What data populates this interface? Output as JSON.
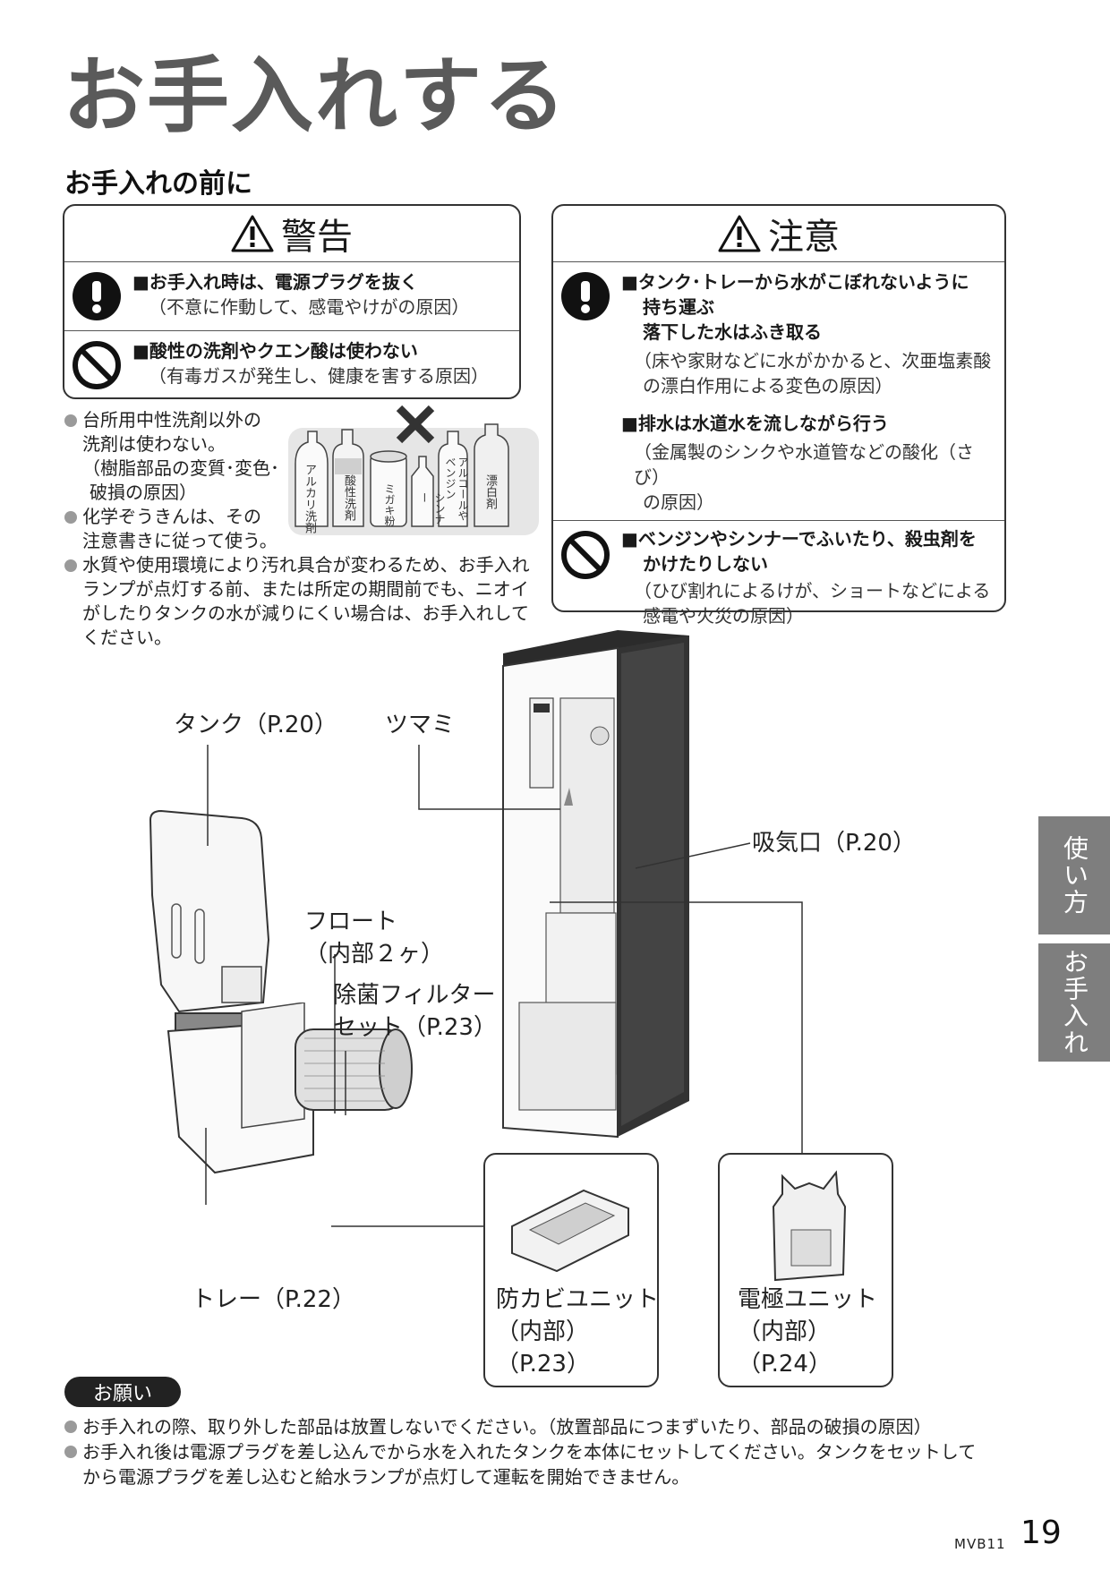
{
  "page": {
    "title": "お手入れする",
    "section_heading": "お手入れの前に"
  },
  "warning": {
    "title": "警告",
    "items": [
      {
        "title": "■お手入れ時は、電源プラグを抜く",
        "body": "（不意に作動して、感電やけがの原因）"
      },
      {
        "title": "■酸性の洗剤やクエン酸は使わない",
        "body": "（有毒ガスが発生し、健康を害する原因）"
      }
    ]
  },
  "caution": {
    "title": "注意",
    "items": [
      {
        "title_lines": [
          "■タンク･トレーから水がこぼれないように",
          "持ち運ぶ",
          "落下した水はふき取る"
        ],
        "body_lines": [
          "（床や家財などに水がかかると、次亜塩素酸",
          "の漂白作用による変色の原因）"
        ]
      },
      {
        "title_lines": [
          "■排水は水道水を流しながら行う"
        ],
        "body_lines": [
          "（金属製のシンクや水道管などの酸化（さび）",
          "の原因）"
        ]
      },
      {
        "title_lines": [
          "■ベンジンやシンナーでふいたり、殺虫剤を",
          "かけたりしない"
        ],
        "body_lines": [
          "（ひび割れによるけが、ショートなどによる",
          "感電や火災の原因）"
        ]
      }
    ]
  },
  "bullets": {
    "b1": [
      "台所用中性洗剤以外の",
      "洗剤は使わない。",
      "（樹脂部品の変質･変色･",
      "破損の原因）"
    ],
    "b2": [
      "化学ぞうきんは、その",
      "注意書きに従って使う。"
    ],
    "b3": [
      "水質や使用環境により汚れ具合が変わるため、お手入れ",
      "ランプが点灯する前、または所定の期間前でも、ニオイ",
      "がしたりタンクの水が減りにくい場合は、お手入れして",
      "ください。"
    ]
  },
  "cleaners": [
    "アルカリ洗剤",
    "酸性洗剤",
    "ミガキ粉",
    "シンナー",
    "アルコールやベンジン",
    "漂白剤"
  ],
  "parts": {
    "tank": "タンク（P.20）",
    "knob": "ツマミ",
    "intake": "吸気口（P.20）",
    "float": [
      "フロート",
      "（内部２ヶ）"
    ],
    "filter": [
      "除菌フィルター",
      "セット（P.23）"
    ],
    "tray": "トレー（P.22）",
    "mold_unit": [
      "防カビユニット",
      "（内部）",
      "（P.23）"
    ],
    "electrode_unit": [
      "電極ユニット",
      "（内部）",
      "（P.24）"
    ]
  },
  "side_tabs": {
    "usage": "使い方",
    "care": "お手入れ"
  },
  "onegai": {
    "label": "お願い",
    "notes": [
      "お手入れの際、取り外した部品は放置しないでください。（放置部品につまずいたり、部品の破損の原因）",
      "お手入れ後は電源プラグを差し込んでから水を入れたタンクを本体にセットしてください。タンクをセットして",
      "から電源プラグを差し込むと給水ランプが点灯して運転を開始できません。"
    ]
  },
  "footer": {
    "model": "MVB11",
    "page_number": "19"
  }
}
